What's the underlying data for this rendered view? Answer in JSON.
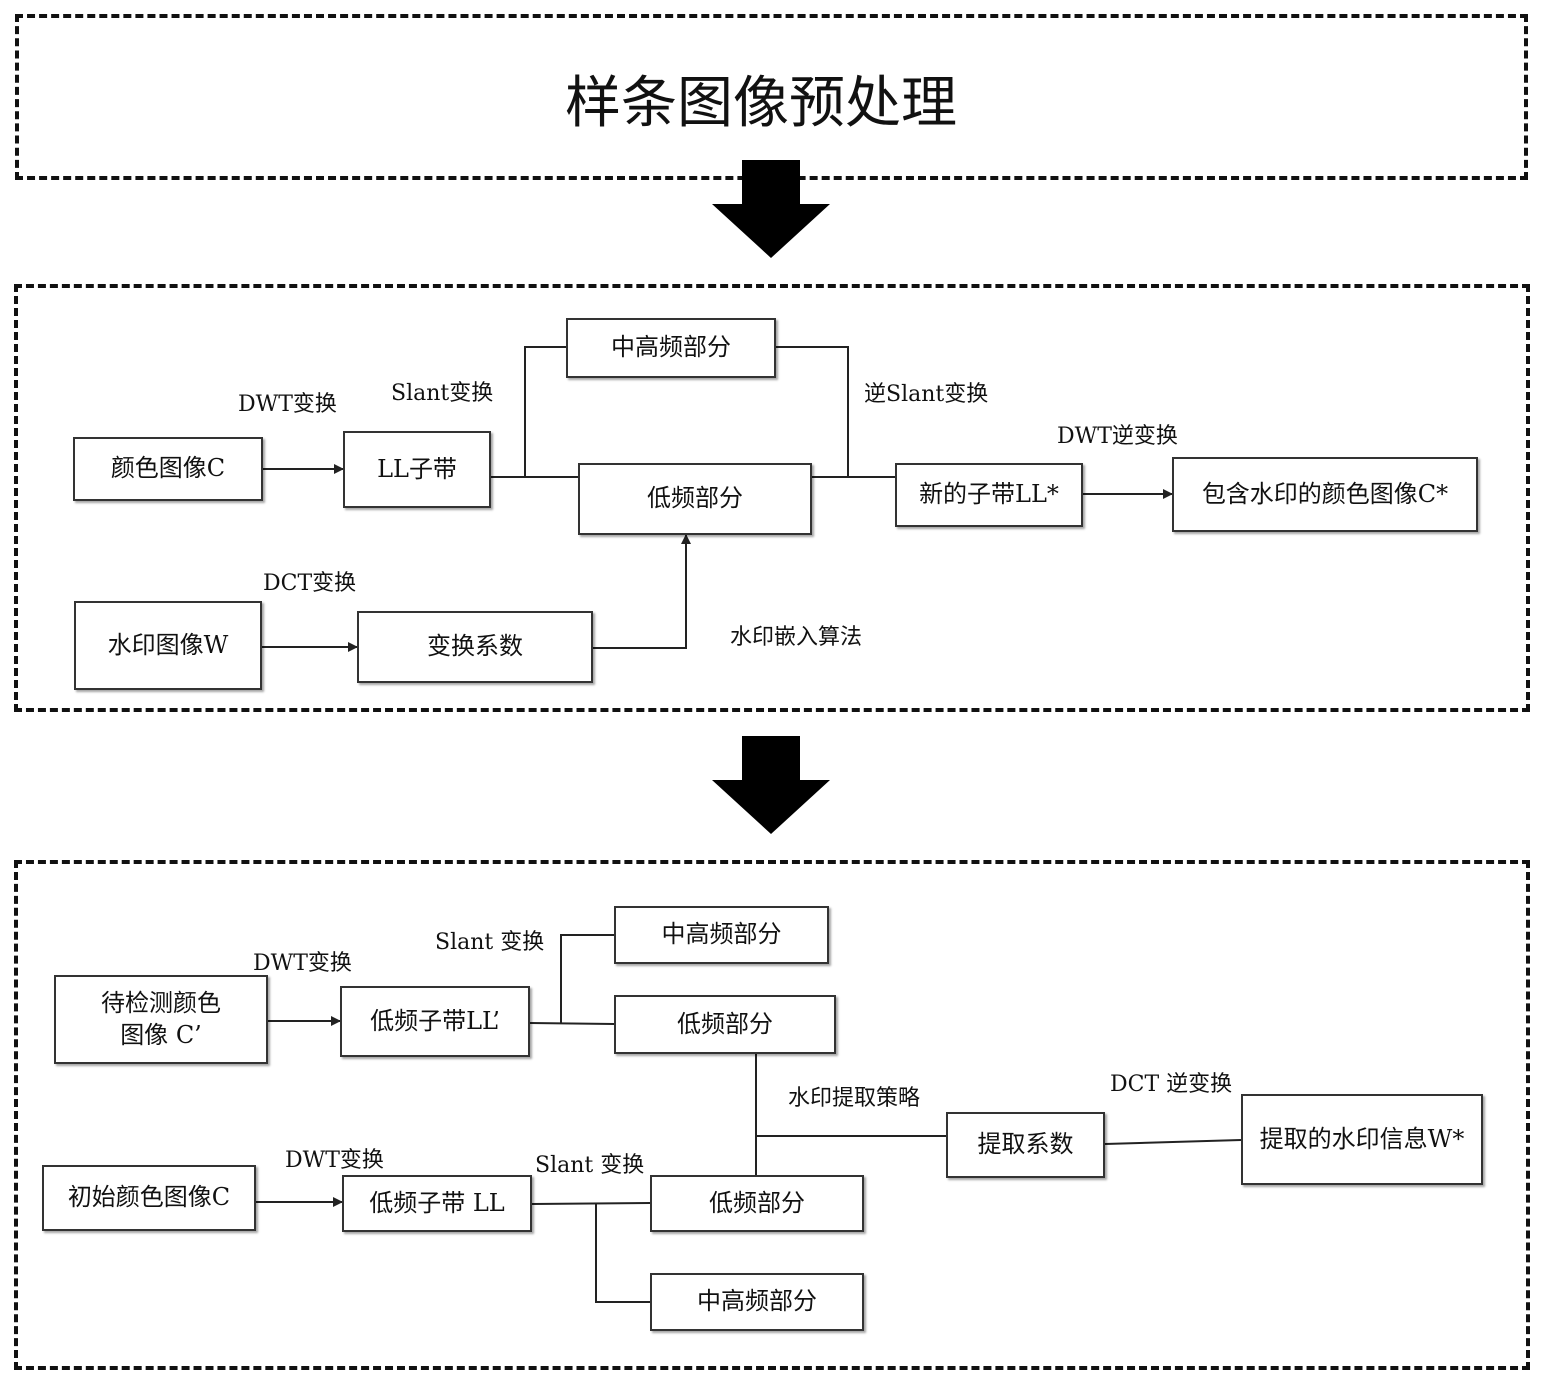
{
  "preprocess": {
    "title": "样条图像预处理"
  },
  "embedding": {
    "boxes": {
      "color_image": "颜色图像C",
      "ll_subband": "LL子带",
      "mid_high": "中高频部分",
      "low_freq": "低频部分",
      "new_subband": "新的子带LL*",
      "watermarked_image": "包含水印的颜色图像C*",
      "watermark_image": "水印图像W",
      "transform_coeff": "变换系数"
    },
    "labels": {
      "dwt": "DWT变换",
      "slant": "Slant变换",
      "inverse_slant": "逆Slant变换",
      "inverse_dwt": "DWT逆变换",
      "dct": "DCT变换",
      "embed_algo": "水印嵌入算法"
    }
  },
  "extraction": {
    "boxes": {
      "test_image": "待检测颜色\n图像 C’",
      "low_sub_test": "低频子带LL’",
      "mid_high_top": "中高频部分",
      "low_top": "低频部分",
      "original_image": "初始颜色图像C",
      "low_sub_orig": "低频子带 LL",
      "low_bottom": "低频部分",
      "mid_high_bottom": "中高频部分",
      "extract_coeff": "提取系数",
      "extracted_wm": "提取的水印信息W*"
    },
    "labels": {
      "dwt_top": "DWT变换",
      "slant_top": "Slant 变换",
      "dwt_bottom": "DWT变换",
      "slant_bottom": "Slant 变换",
      "extract_strategy": "水印提取策略",
      "inverse_dct": "DCT 逆变换"
    }
  }
}
